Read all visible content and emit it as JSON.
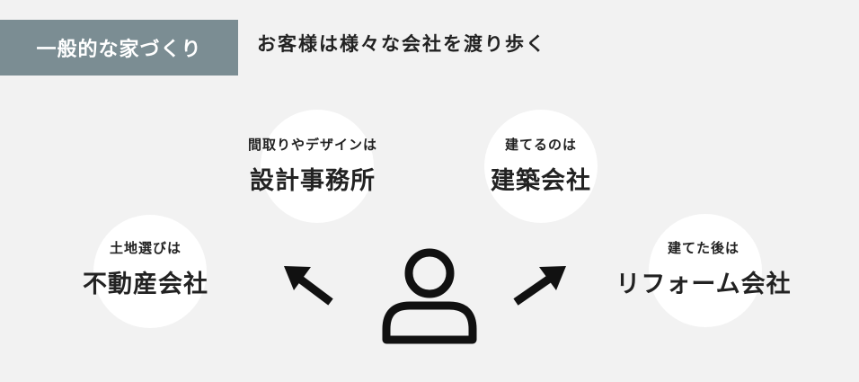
{
  "header": {
    "tag_label": "一般的な家づくり",
    "headline": "お客様は様々な会社を渡り歩く"
  },
  "nodes": {
    "design": {
      "sub": "間取りやデザインは",
      "main": "設計事務所"
    },
    "construction": {
      "sub": "建てるのは",
      "main": "建築会社"
    },
    "realestate": {
      "sub": "土地選びは",
      "main": "不動産会社"
    },
    "reform": {
      "sub": "建てた後は",
      "main": "リフォーム会社"
    }
  },
  "icons": {
    "customer": "person-icon",
    "arrow_left": "arrow-up-left-icon",
    "arrow_right": "arrow-up-right-icon"
  },
  "colors": {
    "tag_bg": "#7b8d93",
    "background": "#f2f2f2",
    "circle": "#ffffff",
    "ink": "#111111"
  }
}
